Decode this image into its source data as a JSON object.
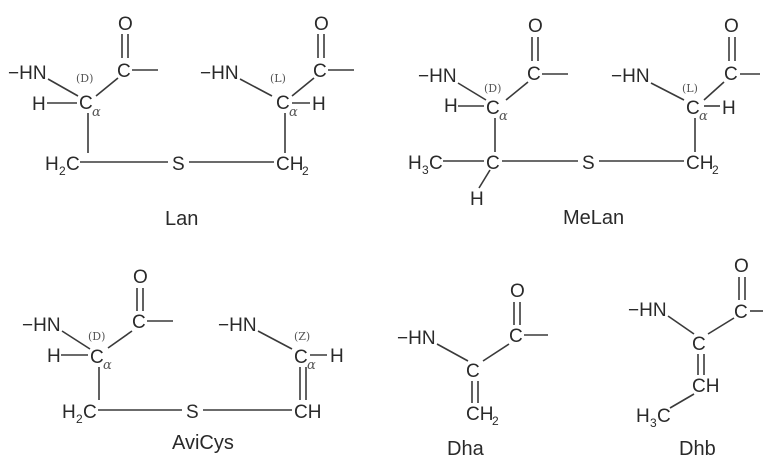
{
  "labels": {
    "lan": "Lan",
    "melan": "MeLan",
    "avicys": "AviCys",
    "dha": "Dha",
    "dhb": "Dhb"
  },
  "atoms": {
    "hn": "−HN",
    "o": "O",
    "c": "C",
    "h": "H",
    "s": "S",
    "ch": "CH",
    "h2c": "H",
    "h3c": "H",
    "ch2": "CH",
    "two": "2",
    "three": "3"
  },
  "greek": {
    "alpha": "α"
  },
  "config": {
    "d": "(D)",
    "l": "(L)",
    "z": "(Z)"
  }
}
